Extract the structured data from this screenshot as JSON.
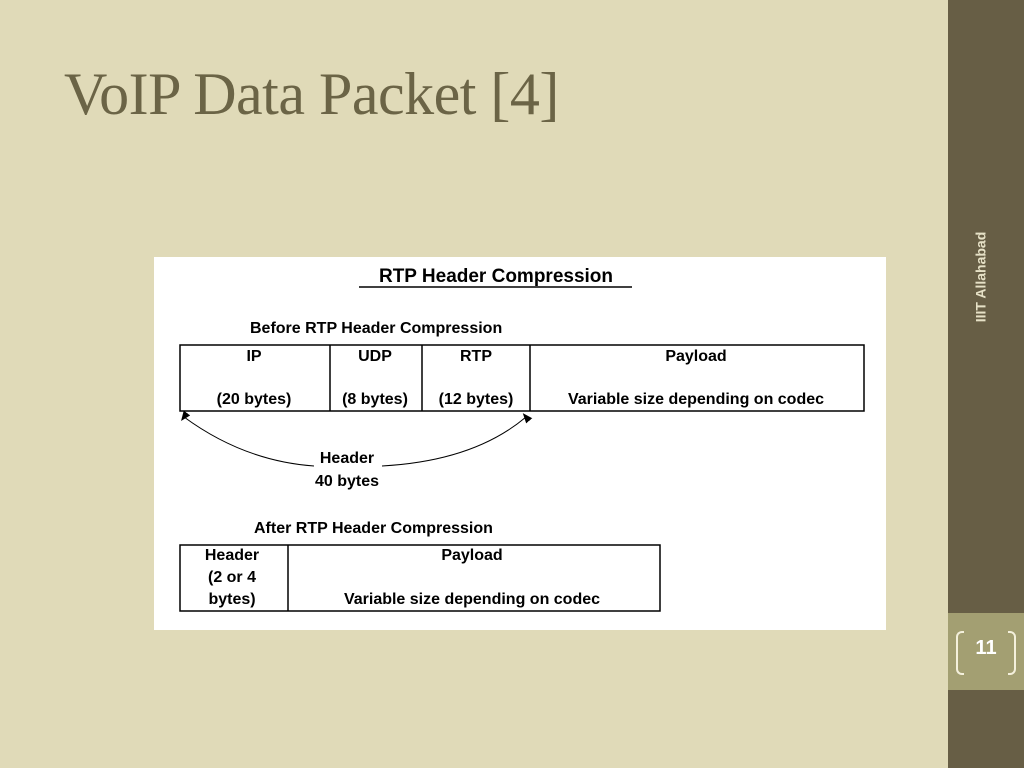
{
  "slide": {
    "title": "VoIP Data Packet [4]",
    "sidebar_label": "IIIT Allahabad",
    "page_number": "11"
  },
  "diagram": {
    "title": "RTP Header Compression",
    "before": {
      "label": "Before RTP Header Compression",
      "fields": [
        {
          "name": "IP",
          "size": "(20 bytes)"
        },
        {
          "name": "UDP",
          "size": "(8 bytes)"
        },
        {
          "name": "RTP",
          "size": "(12 bytes)"
        },
        {
          "name": "Payload",
          "size": "Variable size depending on codec"
        }
      ],
      "header_label": "Header",
      "header_size": "40 bytes"
    },
    "after": {
      "label": "After RTP Header Compression",
      "header": {
        "line1": "Header",
        "line2": "(2 or 4",
        "line3": "bytes)"
      },
      "payload": {
        "name": "Payload",
        "size": "Variable size depending on codec"
      }
    }
  },
  "colors": {
    "background": "#e0dab8",
    "title": "#6b6446",
    "sidebar": "#675e45",
    "page_box": "#a39f72"
  }
}
